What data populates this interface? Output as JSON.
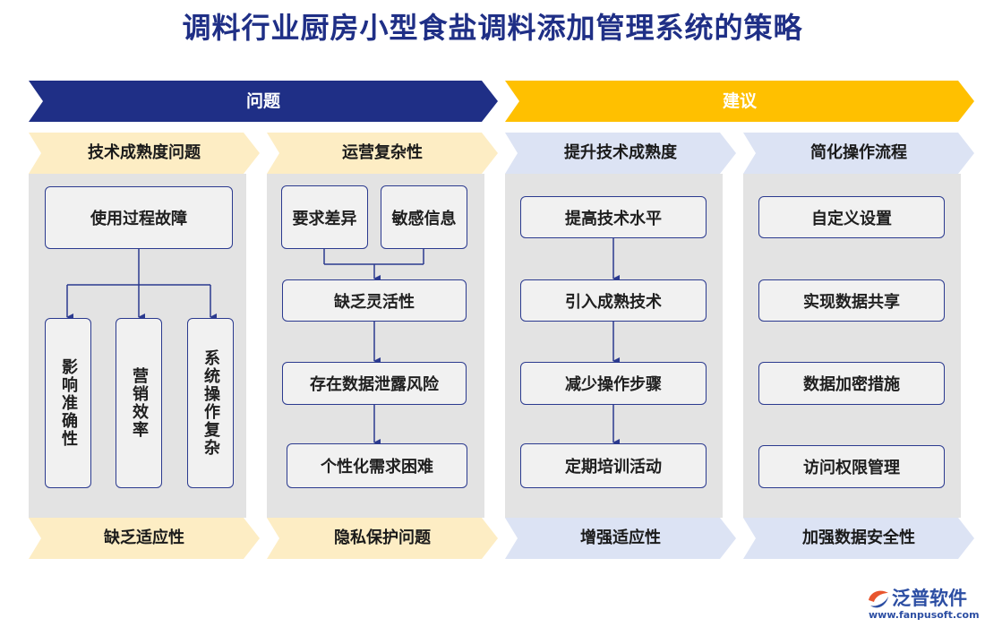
{
  "title": "调料行业厨房小型食盐调料添加管理系统的策略",
  "banners": {
    "problem": "问题",
    "suggestion": "建议"
  },
  "colors": {
    "navy": "#1f2f86",
    "gold": "#ffc000",
    "cream": "#fdedc4",
    "lavender": "#dce3f4",
    "panel": "#e3e3e3"
  },
  "columns": [
    {
      "header": "技术成熟度问题",
      "top": "使用过程故障",
      "branches": [
        "影响准确性",
        "营销效率",
        "系统操作复杂"
      ],
      "footer": "缺乏适应性"
    },
    {
      "header": "运营复杂性",
      "top_left": "要求差异",
      "top_right": "敏感信息",
      "chain": [
        "缺乏灵活性",
        "存在数据泄露风险",
        "个性化需求困难"
      ],
      "footer": "隐私保护问题"
    },
    {
      "header": "提升技术成熟度",
      "chain": [
        "提高技术水平",
        "引入成熟技术",
        "减少操作步骤",
        "定期培训活动"
      ],
      "footer": "增强适应性"
    },
    {
      "header": "简化操作流程",
      "items": [
        "自定义设置",
        "实现数据共享",
        "数据加密措施",
        "访问权限管理"
      ],
      "footer": "加强数据安全性"
    }
  ],
  "logo": {
    "name": "泛普软件",
    "url": "www.fanpusoft.com"
  }
}
